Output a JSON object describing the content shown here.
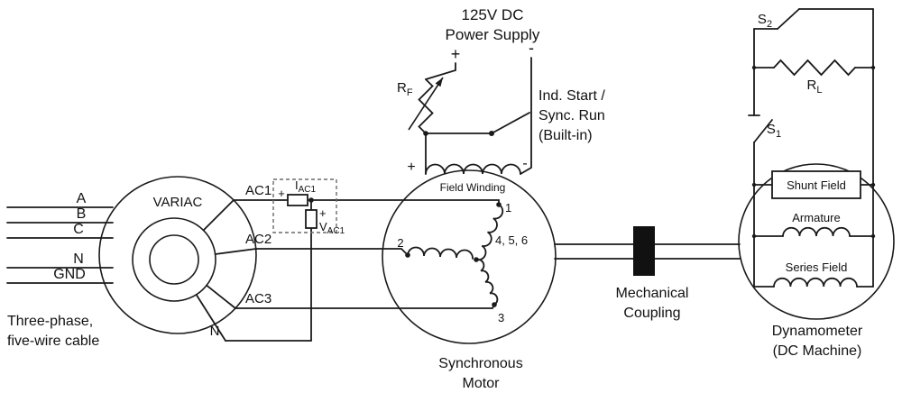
{
  "power_supply": {
    "title_line1": "125V DC",
    "title_line2": "Power Supply",
    "plus": "+",
    "minus": "-"
  },
  "rheostat": {
    "label_main": "R",
    "label_sub": "F"
  },
  "builtin_switch": {
    "line1": "Ind. Start /",
    "line2": "Sync. Run",
    "line3": "(Built-in)"
  },
  "cable": {
    "lines": [
      "A",
      "B",
      "C",
      "N",
      "GND"
    ],
    "caption_line1": "Three-phase,",
    "caption_line2": "five-wire cable"
  },
  "variac": {
    "label": "VARIAC",
    "terminal_ac1": "AC1",
    "terminal_ac2": "AC2",
    "terminal_ac3": "AC3",
    "terminal_n": "N"
  },
  "meter_box": {
    "ammeter_plus": "+",
    "ammeter_main": "I",
    "ammeter_sub": "AC1",
    "voltmeter_plus": "+",
    "voltmeter_main": "V",
    "voltmeter_sub": "AC1"
  },
  "motor": {
    "field_plus": "+",
    "field_minus": "-",
    "field_winding": "Field Winding",
    "terminal_1": "1",
    "terminal_2": "2",
    "terminal_3": "3",
    "center_terminals": "4, 5, 6",
    "caption_line1": "Synchronous",
    "caption_line2": "Motor"
  },
  "coupling": {
    "caption_line1": "Mechanical",
    "caption_line2": "Coupling"
  },
  "dynamometer": {
    "s2_main": "S",
    "s2_sub": "2",
    "s1_main": "S",
    "s1_sub": "1",
    "rl_main": "R",
    "rl_sub": "L",
    "shunt_field": "Shunt Field",
    "armature": "Armature",
    "series_field": "Series Field",
    "caption_line1": "Dynamometer",
    "caption_line2": "(DC Machine)"
  }
}
